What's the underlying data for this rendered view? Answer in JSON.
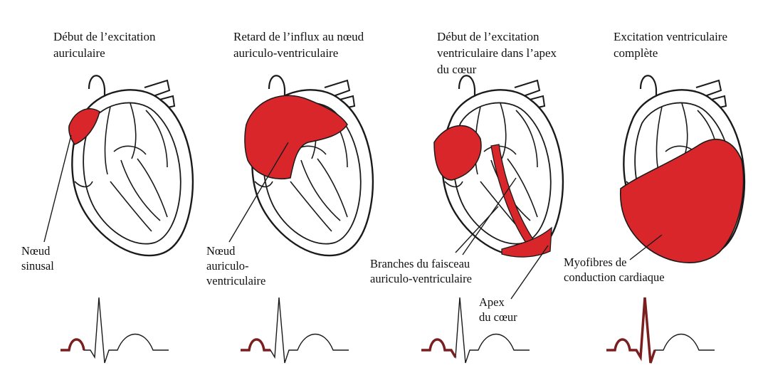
{
  "colors": {
    "excitation": "#d9262b",
    "outline": "#1a1a1a",
    "ecg_highlight": "#7a1f1f"
  },
  "panels": [
    {
      "title": "Début de l’excitation\nauriculaire"
    },
    {
      "title": "Retard de l’influx au nœud\nauriculo-ventriculaire"
    },
    {
      "title": "Début de l’excitation\nventriculaire dans l’apex\ndu cœur"
    },
    {
      "title": "Excitation ventriculaire\ncomplète"
    }
  ],
  "labels": {
    "sinusal": "Nœud\nsinusal",
    "av_node": "Nœud\nauriculo-\nventriculaire",
    "bundle_branches": "Branches du faisceau\nauriculo-ventriculaire",
    "apex": "Apex\ndu cœur",
    "myofibres": "Myofibres de\nconduction cardiaque"
  }
}
